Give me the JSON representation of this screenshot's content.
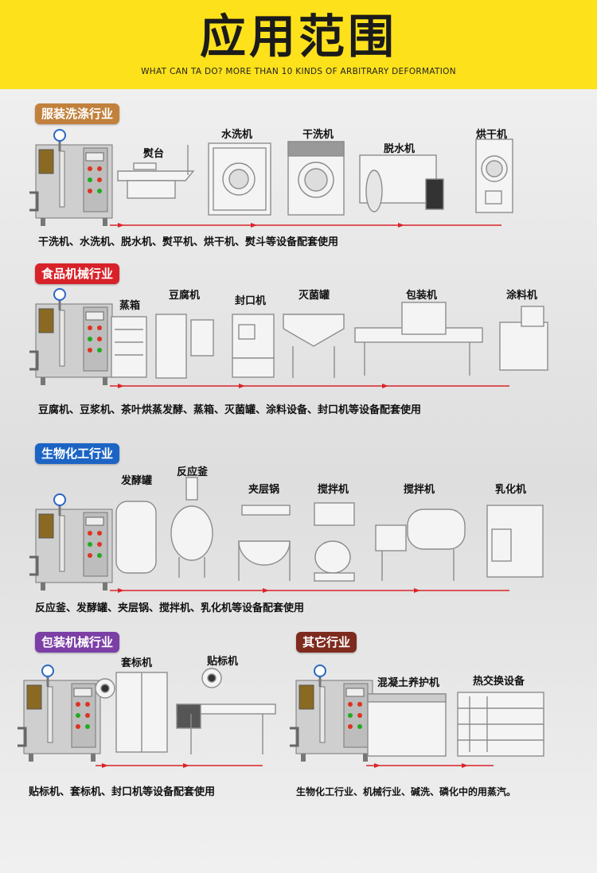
{
  "header": {
    "title": "应用范围",
    "subtitle": "WHAT CAN TA DO? MORE THAN 10 KINDS OF ARBITRARY DEFORMATION",
    "bg_color": "#fde11b"
  },
  "sections": {
    "garment": {
      "tag": "服装洗涤行业",
      "tag_color": "#c1813c",
      "machines": [
        "熨台",
        "水洗机",
        "干洗机",
        "脱水机",
        "烘干机"
      ],
      "caption": "干洗机、水洗机、脱水机、熨平机、烘干机、熨斗等设备配套使用"
    },
    "food": {
      "tag": "食品机械行业",
      "tag_color": "#d8222a",
      "machines": [
        "蒸箱",
        "豆腐机",
        "封口机",
        "灭菌罐",
        "包装机",
        "涂料机"
      ],
      "caption": "豆腐机、豆浆机、茶叶烘蒸发酵、蒸箱、灭菌罐、涂料设备、封口机等设备配套使用"
    },
    "bio": {
      "tag": "生物化工行业",
      "tag_color": "#1c64c4",
      "machines": [
        "发酵罐",
        "反应釜",
        "夹层锅",
        "搅拌机",
        "搅拌机",
        "乳化机"
      ],
      "caption": "反应釜、发酵罐、夹层锅、搅拌机、乳化机等设备配套使用"
    },
    "packaging": {
      "tag": "包装机械行业",
      "tag_color": "#7b3fa6",
      "machines": [
        "套标机",
        "贴标机"
      ],
      "caption": "贴标机、套标机、封口机等设备配套使用"
    },
    "other": {
      "tag": "其它行业",
      "tag_color": "#7e2a1e",
      "machines": [
        "混凝土养护机",
        "热交换设备"
      ],
      "caption": "生物化工行业、机械行业、碱洗、磷化中的用蒸汽。"
    }
  },
  "colors": {
    "pipe": "#d9252a",
    "machine_stroke": "#8d8d8d"
  }
}
